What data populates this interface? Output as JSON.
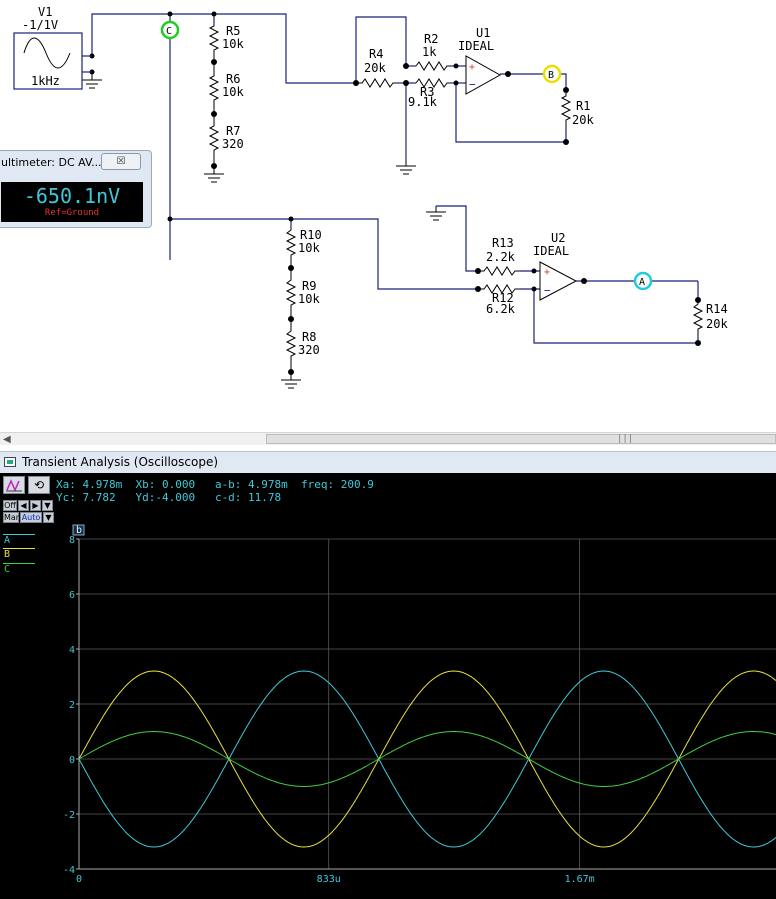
{
  "schematic": {
    "v1": {
      "name": "V1",
      "value": "-1/1V",
      "freq": "1kHz"
    },
    "resistors": [
      {
        "name": "R5",
        "value": "10k"
      },
      {
        "name": "R6",
        "value": "10k"
      },
      {
        "name": "R7",
        "value": "320"
      },
      {
        "name": "R4",
        "value": "20k"
      },
      {
        "name": "R2",
        "value": "1k"
      },
      {
        "name": "R3",
        "value": "9.1k"
      },
      {
        "name": "R1",
        "value": "20k"
      },
      {
        "name": "R10",
        "value": "10k"
      },
      {
        "name": "R9",
        "value": "10k"
      },
      {
        "name": "R8",
        "value": "320"
      },
      {
        "name": "R13",
        "value": "2.2k"
      },
      {
        "name": "R12",
        "value": "6.2k"
      },
      {
        "name": "R14",
        "value": "20k"
      }
    ],
    "opamps": [
      {
        "name": "U1",
        "type": "IDEAL"
      },
      {
        "name": "U2",
        "type": "IDEAL"
      }
    ],
    "probes": [
      {
        "label": "C",
        "color": "#22cc22"
      },
      {
        "label": "B",
        "color": "#e8e000"
      },
      {
        "label": "A",
        "color": "#22ccdd"
      }
    ],
    "op_plus": "+",
    "op_minus": "−"
  },
  "multimeter": {
    "title": "ultimeter: DC AV...",
    "close_label": "☒",
    "value": "-650.1nV",
    "ref": "Ref=Ground"
  },
  "scope": {
    "title": "Transient Analysis (Oscilloscope)",
    "buttons": {
      "off": "Off",
      "man": "Man",
      "auto": "Auto"
    },
    "readout": {
      "line1": "Xa: 4.978m  Xb: 0.000   a-b: 4.978m  freq: 200.9",
      "line2": "Yc: 7.782   Yd:-4.000   c-d: 11.78"
    },
    "legend": [
      {
        "label": "A",
        "color": "#40c8d8"
      },
      {
        "label": "B",
        "color": "#e8e040"
      },
      {
        "label": "C",
        "color": "#40d040"
      }
    ],
    "cursor_label": "b",
    "y_ticks": [
      "8",
      "6",
      "4",
      "2",
      "0",
      "-2",
      "-4"
    ],
    "x_ticks": [
      "0",
      "833u",
      "1.67m"
    ]
  },
  "chart_data": {
    "type": "line",
    "xlabel": "",
    "ylabel": "",
    "ylim": [
      -4,
      8
    ],
    "x_unit": "s",
    "series": [
      {
        "name": "A",
        "color": "#40c8d8",
        "amplitude": 3.2,
        "frequency_hz": 1000,
        "phase": "inverted",
        "x": [
          0,
          0.00025,
          0.0005,
          0.00075,
          0.001,
          0.00125,
          0.0015,
          0.00175,
          0.002
        ],
        "y": [
          0,
          -3.2,
          0,
          3.2,
          0,
          -3.2,
          0,
          3.2,
          0
        ]
      },
      {
        "name": "B",
        "color": "#e8e040",
        "amplitude": 3.2,
        "frequency_hz": 1000,
        "phase": "normal",
        "x": [
          0,
          0.00025,
          0.0005,
          0.00075,
          0.001,
          0.00125,
          0.0015,
          0.00175,
          0.002
        ],
        "y": [
          0,
          3.2,
          0,
          -3.2,
          0,
          3.2,
          0,
          -3.2,
          0
        ]
      },
      {
        "name": "C",
        "color": "#40d040",
        "amplitude": 1.0,
        "frequency_hz": 1000,
        "phase": "normal",
        "x": [
          0,
          0.00025,
          0.0005,
          0.00075,
          0.001,
          0.00125,
          0.0015,
          0.00175,
          0.002
        ],
        "y": [
          0,
          1.0,
          0,
          -1.0,
          0,
          1.0,
          0,
          -1.0,
          0
        ]
      }
    ],
    "grid": true,
    "legend": "left"
  }
}
